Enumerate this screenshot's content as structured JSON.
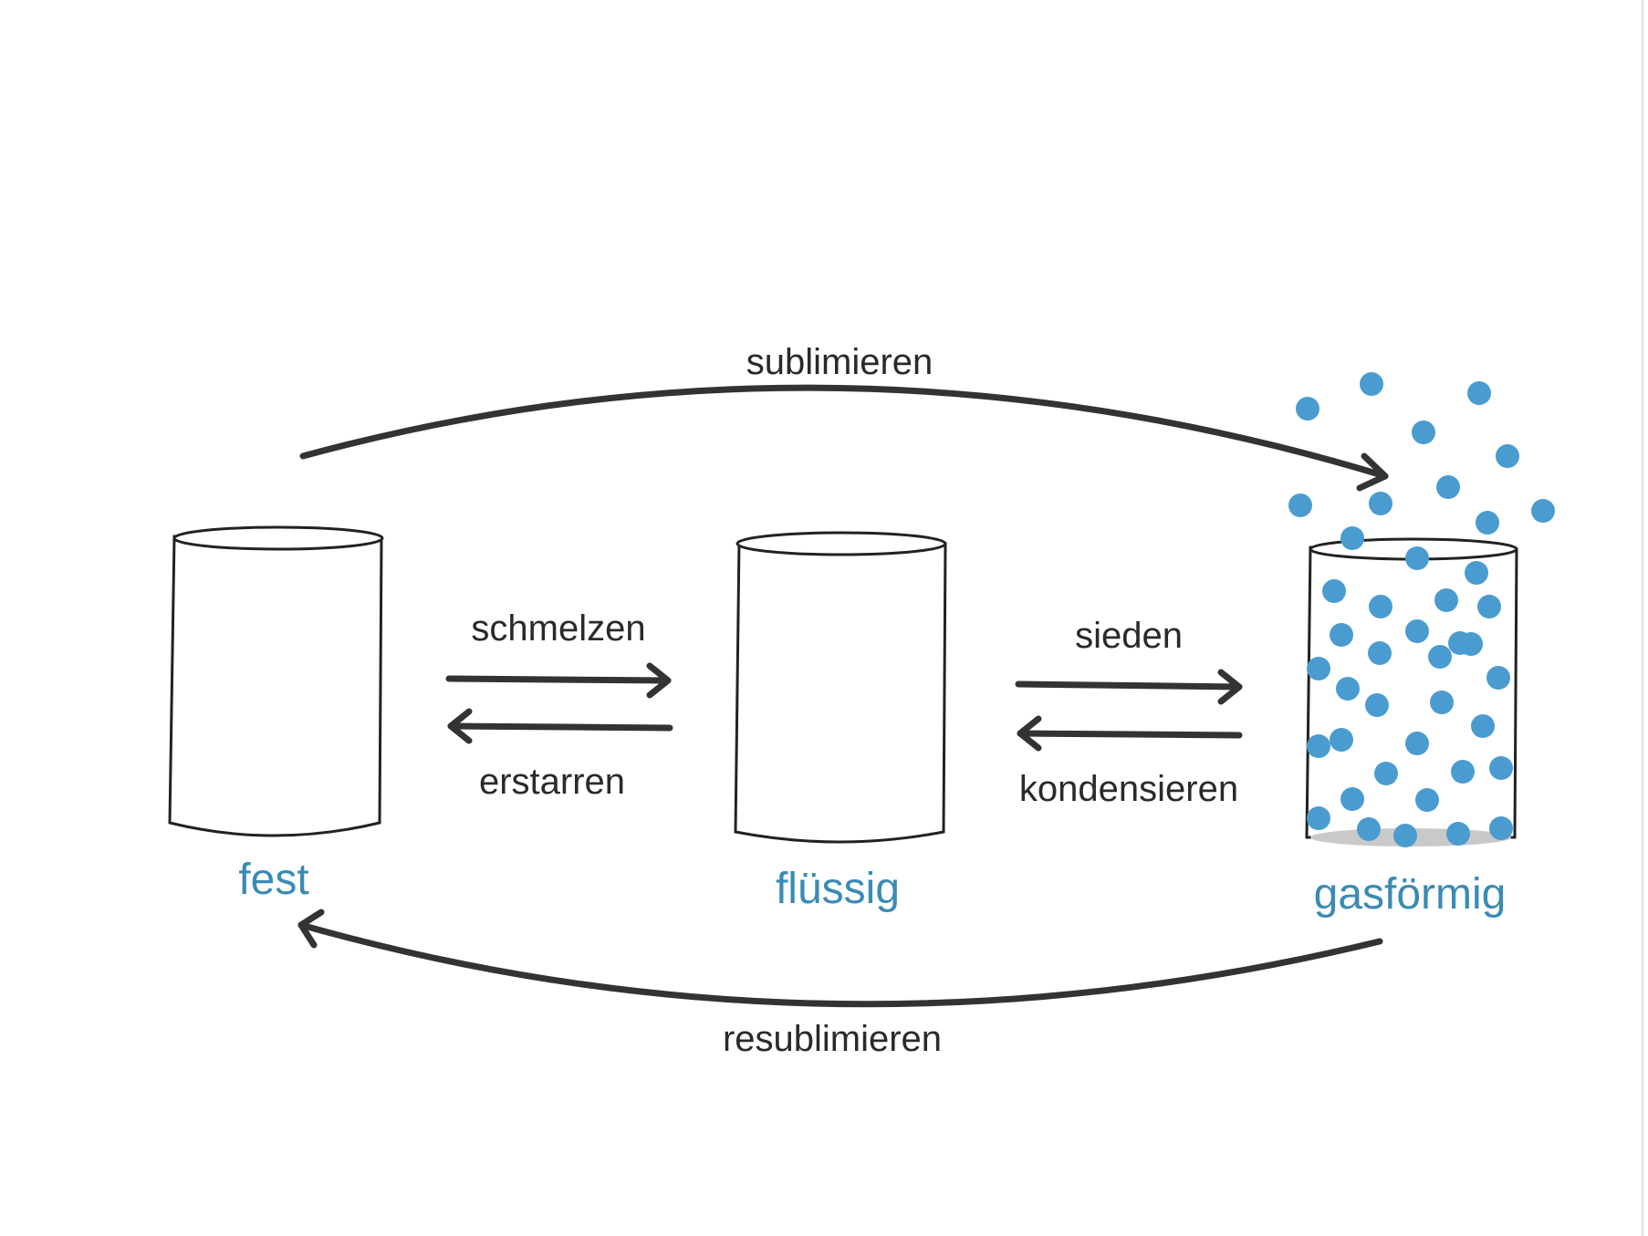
{
  "diagram": {
    "states": {
      "solid": "fest",
      "liquid": "flüssig",
      "gas": "gasförmig"
    },
    "processes": {
      "sublimation": "sublimieren",
      "melting": "schmelzen",
      "solidification": "erstarren",
      "boiling": "sieden",
      "condensation": "kondensieren",
      "resublimation": "resublimieren"
    },
    "colors": {
      "state_label": "#3a8bb5",
      "particle": "#4a9cd0",
      "arrow": "#333333"
    },
    "icons": [
      "cylinder-icon",
      "arrow-right-icon",
      "arrow-left-icon",
      "curved-arrow-icon",
      "particle-icon"
    ]
  }
}
